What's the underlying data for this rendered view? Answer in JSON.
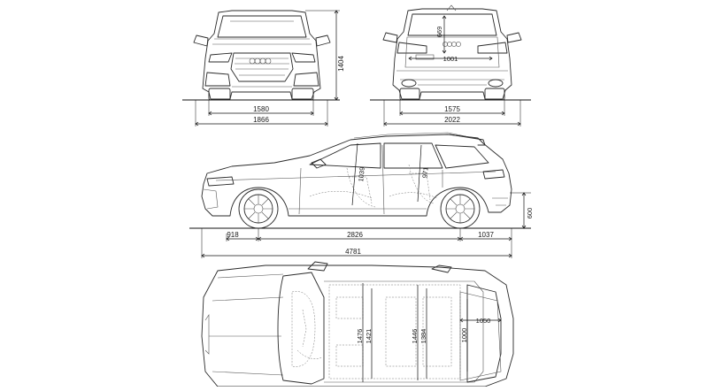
{
  "views": {
    "front": {
      "track_front": "1580",
      "width_mirrors": "1866",
      "height": "1404"
    },
    "rear": {
      "track_rear": "1575",
      "width_mirrors": "2022",
      "tailgate_opening_height": "669",
      "tailgate_opening_width": "1001"
    },
    "side": {
      "front_overhang": "918",
      "wheelbase": "2826",
      "rear_overhang": "1037",
      "overall_length": "4781",
      "front_headroom": "1039",
      "rear_headroom": "971",
      "loading_sill_height": "600"
    },
    "top": {
      "front_shoulder_width": "1476",
      "front_elbow_width": "1421",
      "rear_shoulder_width": "1446",
      "rear_elbow_width": "1384",
      "cargo_width": "1000",
      "cargo_length": "1050"
    }
  },
  "colors": {
    "line": "#2a2a2a",
    "dimension": "#111111",
    "background": "#ffffff"
  }
}
